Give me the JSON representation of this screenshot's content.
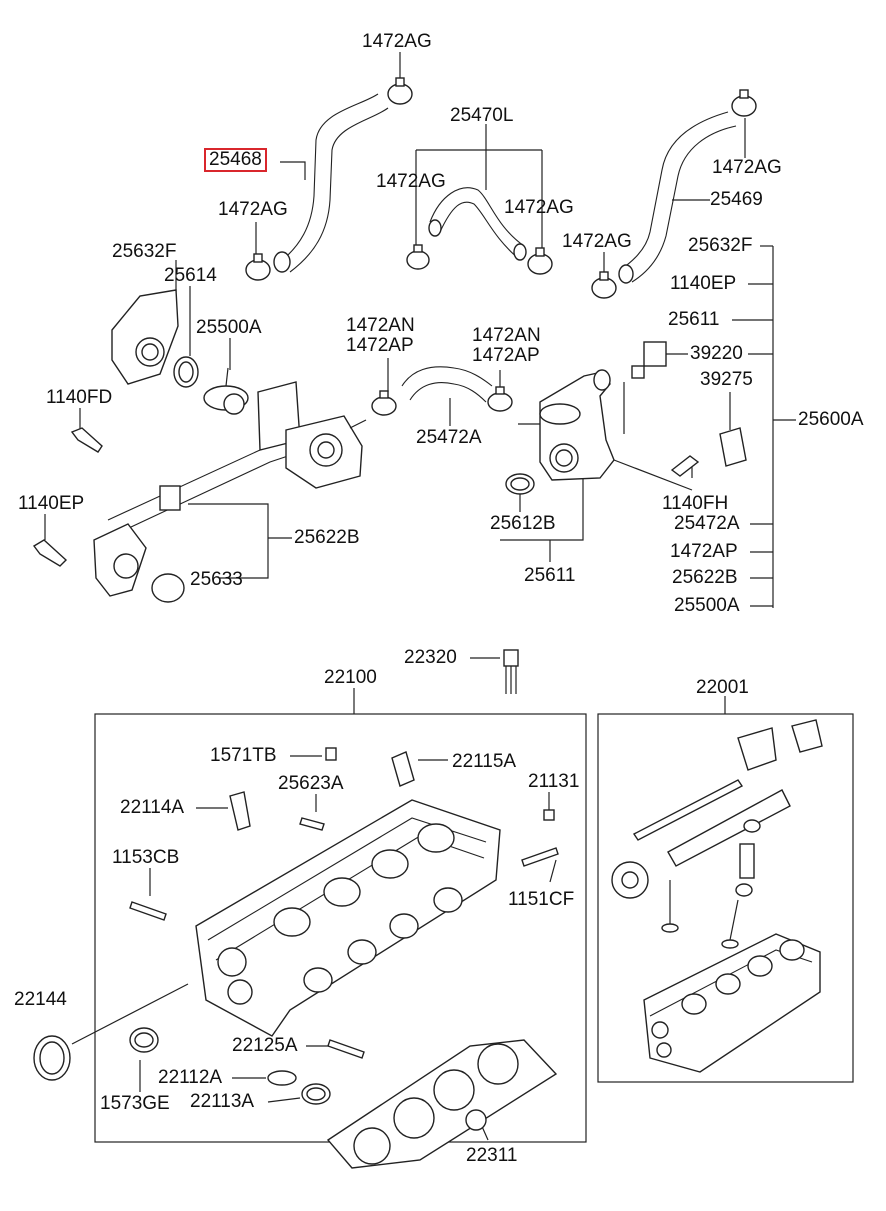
{
  "diagram": {
    "labels": {
      "l_1472AG_top": "1472AG",
      "l_25468": "25468",
      "l_1472AG_left": "1472AG",
      "l_25470L": "25470L",
      "l_1472AG_mid1": "1472AG",
      "l_1472AG_mid2": "1472AG",
      "l_1472AG_rtop": "1472AG",
      "l_25469": "25469",
      "l_1472AG_rlow": "1472AG",
      "l_25632F_left": "25632F",
      "l_25614": "25614",
      "l_25500A": "25500A",
      "l_1140FD": "1140FD",
      "l_1472AN_1": "1472AN",
      "l_1472AP_1": "1472AP",
      "l_1472AN_2": "1472AN",
      "l_1472AP_2": "1472AP",
      "l_25472A": "25472A",
      "l_1140EP_left": "1140EP",
      "l_25622B": "25622B",
      "l_25633": "25633",
      "l_25612B": "25612B",
      "l_25611_bottom": "25611",
      "l_1140FH": "1140FH",
      "l_39220": "39220",
      "l_39275": "39275",
      "l_25632F_right": "25632F",
      "l_1140EP_right": "1140EP",
      "l_25611_right": "25611",
      "l_25600A": "25600A",
      "l_25472A_right": "25472A",
      "l_1472AP_right": "1472AP",
      "l_25622B_right": "25622B",
      "l_25500A_right": "25500A",
      "l_22320": "22320",
      "l_22100": "22100",
      "l_22001": "22001",
      "l_1571TB": "1571TB",
      "l_22115A": "22115A",
      "l_25623A": "25623A",
      "l_21131": "21131",
      "l_22114A": "22114A",
      "l_1153CB": "1153CB",
      "l_1151CF": "1151CF",
      "l_22144": "22144",
      "l_22125A": "22125A",
      "l_22112A": "22112A",
      "l_1573GE": "1573GE",
      "l_22113A": "22113A",
      "l_22311": "22311"
    },
    "highlight_color": "#d9262c",
    "line_color": "#222222"
  }
}
